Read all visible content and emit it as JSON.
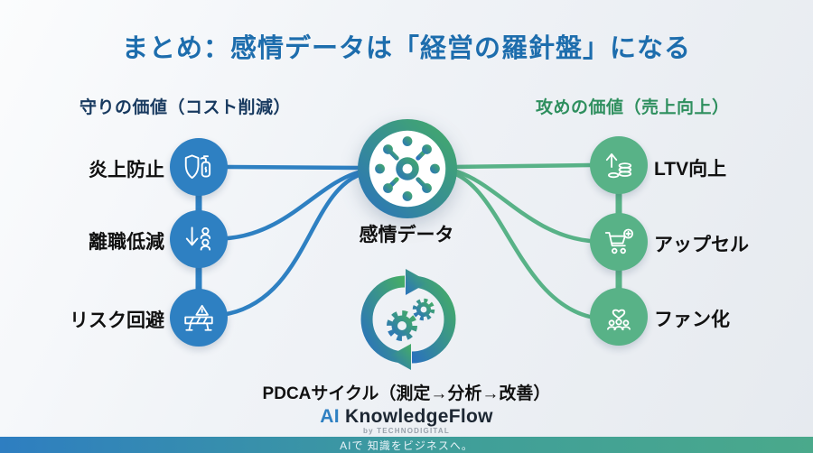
{
  "title": "まとめ：感情データは「経営の羅針盤」になる",
  "left_section": {
    "header": "守りの価値（コスト削減）",
    "items": [
      {
        "label": "炎上防止",
        "icon": "shield-extinguisher-icon"
      },
      {
        "label": "離職低減",
        "icon": "person-attrition-down-icon"
      },
      {
        "label": "リスク回避",
        "icon": "construction-barrier-icon"
      }
    ]
  },
  "right_section": {
    "header": "攻めの価値（売上向上）",
    "items": [
      {
        "label": "LTV向上",
        "icon": "coins-growth-icon"
      },
      {
        "label": "アップセル",
        "icon": "cart-plus-icon"
      },
      {
        "label": "ファン化",
        "icon": "fans-heart-icon"
      }
    ]
  },
  "hub": {
    "label": "感情データ",
    "icon": "emotion-data-hub-icon"
  },
  "pdca": {
    "label": "PDCAサイクル（測定→分析→改善）",
    "icon": "pdca-cycle-gears-icon"
  },
  "footer": {
    "logo_ai": "AI",
    "logo_name": "KnowledgeFlow",
    "byline": "by TECHNODIGITAL",
    "tagline": "AIで 知識をビジネスへ。"
  },
  "colors": {
    "title": "#1d6dad",
    "left_header": "#17395f",
    "right_header": "#2e8f5e",
    "blue_node": "#2e80c2",
    "green_node": "#58b287",
    "hub_gradient": [
      "#2a72bd",
      "#45ad66"
    ],
    "bottom_bar_gradient": [
      "#2e7ec1",
      "#4aa98b"
    ],
    "background": "#eef1f5"
  }
}
